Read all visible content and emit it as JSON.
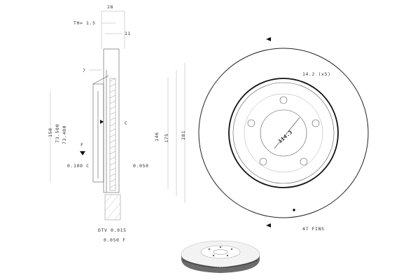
{
  "labels": {
    "width_top": "28",
    "min_thickness": "TH= 1.5",
    "hat_depth": "11",
    "hat_offset": "7",
    "diameter_center_bore": "158",
    "center_bore_max": "73.500",
    "center_bore_min": "73.400",
    "datum_f": "F",
    "runout_c": "0.100 C",
    "datum_c": "C",
    "flatness": "0.050",
    "diameter_146": "146",
    "diameter_175": "175",
    "diameter_281": "281",
    "dtv": "DTV 0.015",
    "parallelism": "0.050 F",
    "bolt_spec": "14.2 (x5)",
    "pcd": "114.3",
    "fins": "47 FINS"
  },
  "colors": {
    "ink": "#111111",
    "line": "#555555",
    "dim": "#aaaaaa",
    "hatch": "#999999"
  }
}
